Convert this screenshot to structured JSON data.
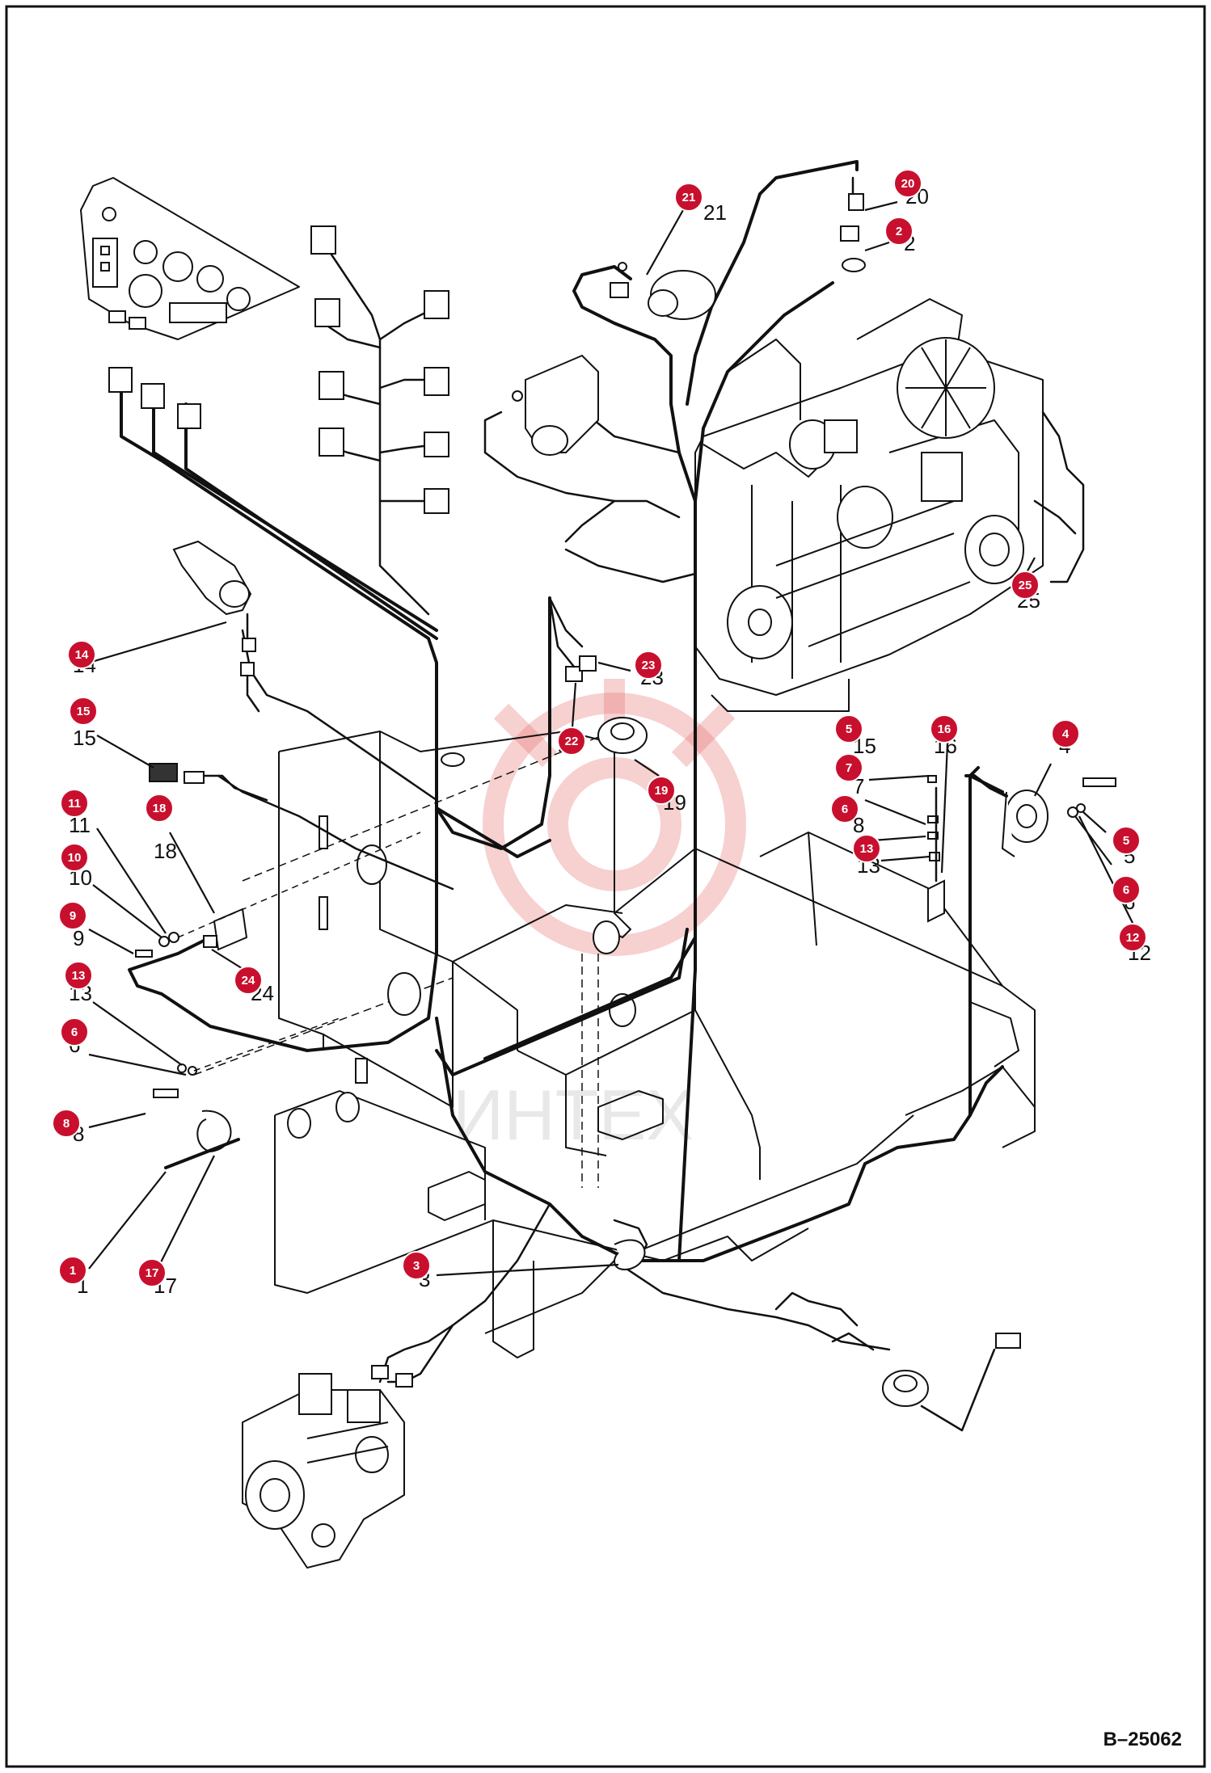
{
  "drawing_id": "B–25062",
  "watermark": "ИНТЕХ",
  "callouts": [
    {
      "label": "21"
    },
    {
      "label": "20"
    },
    {
      "label": "2"
    },
    {
      "label": "25"
    },
    {
      "label": "14"
    },
    {
      "label": "15"
    },
    {
      "label": "23"
    },
    {
      "label": "22"
    },
    {
      "label": "19"
    },
    {
      "label": "5"
    },
    {
      "label": "16"
    },
    {
      "label": "4"
    },
    {
      "label": "7"
    },
    {
      "label": "6"
    },
    {
      "label": "13"
    },
    {
      "label": "5"
    },
    {
      "label": "6"
    },
    {
      "label": "12"
    },
    {
      "label": "11"
    },
    {
      "label": "18"
    },
    {
      "label": "10"
    },
    {
      "label": "9"
    },
    {
      "label": "24"
    },
    {
      "label": "13"
    },
    {
      "label": "6"
    },
    {
      "label": "8"
    },
    {
      "label": "1"
    },
    {
      "label": "17"
    },
    {
      "label": "3"
    }
  ],
  "colors": {
    "callout_fill": "#c8102e",
    "line": "#111111",
    "background": "#ffffff",
    "watermark": "#e87878"
  }
}
